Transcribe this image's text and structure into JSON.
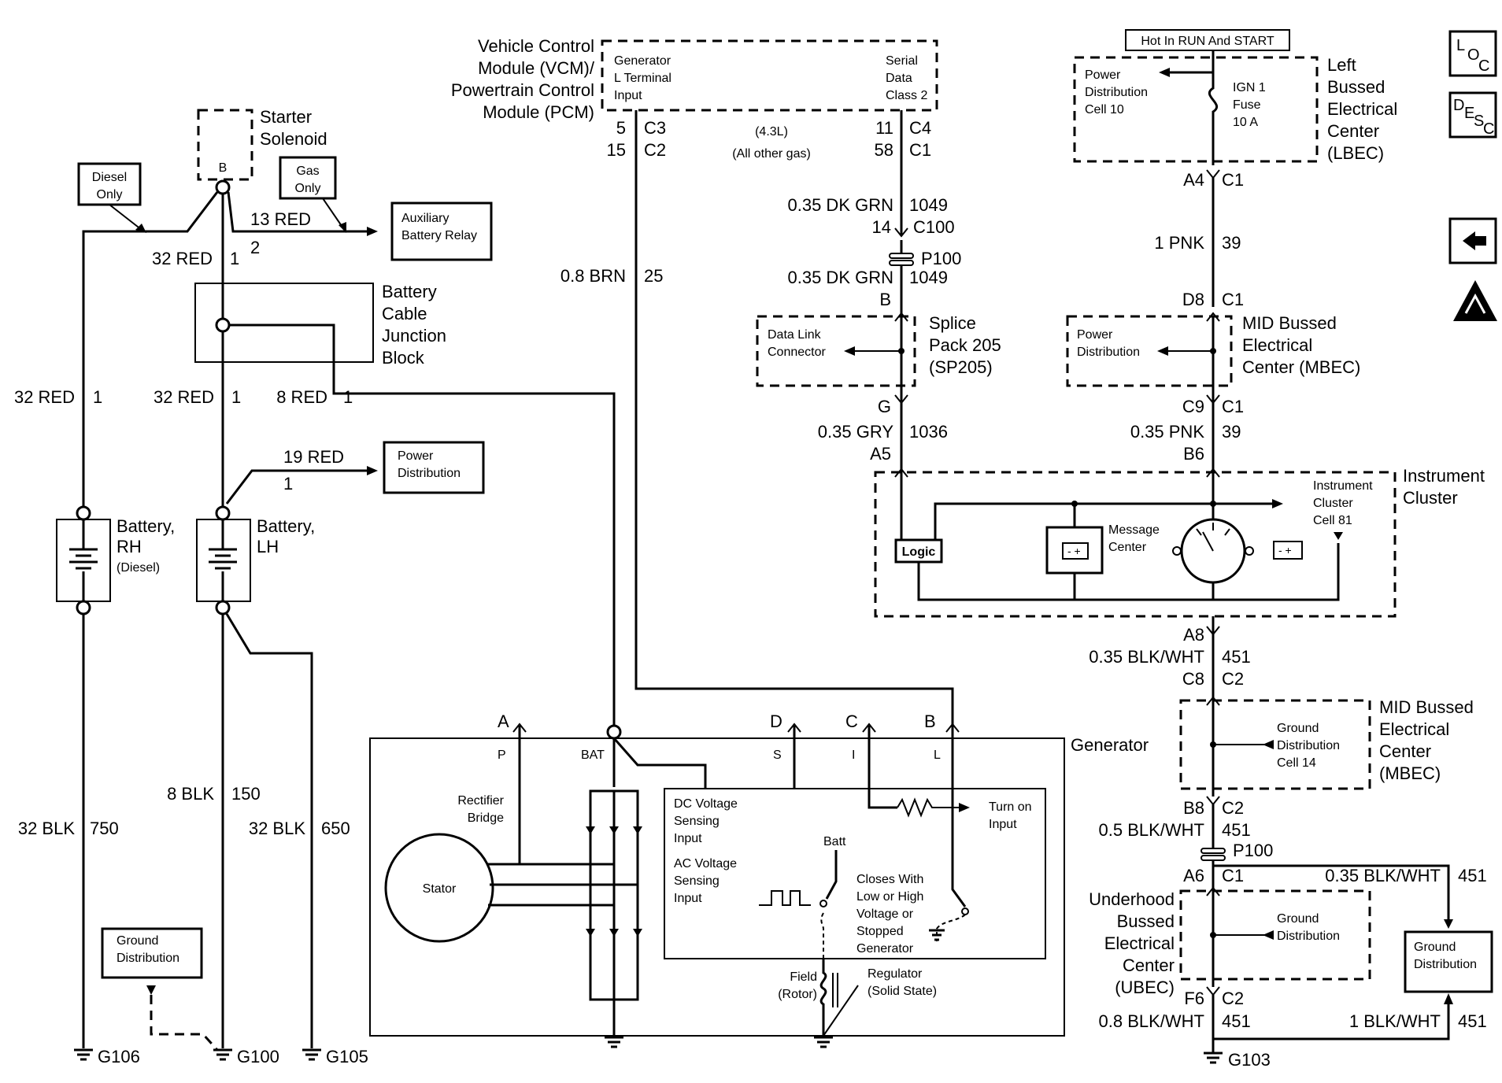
{
  "modules": {
    "pcm": [
      "Vehicle Control",
      "Module (VCM)/",
      "Powertrain Control",
      "Module (PCM)"
    ],
    "pcm_gen_input": [
      "Generator",
      "L Terminal",
      "Input"
    ],
    "pcm_serial": [
      "Serial",
      "Data",
      "Class 2"
    ],
    "hot_in_run": "Hot In RUN And START",
    "lbec_cell": [
      "Power",
      "Distribution",
      "Cell 10"
    ],
    "ign_fuse": [
      "IGN 1",
      "Fuse",
      "10 A"
    ],
    "lbec": [
      "Left",
      "Bussed",
      "Electrical",
      "Center",
      "(LBEC)"
    ],
    "starter": [
      "Starter",
      "Solenoid"
    ],
    "diesel_only": [
      "Diesel",
      "Only"
    ],
    "gas_only": [
      "Gas",
      "Only"
    ],
    "aux_relay": [
      "Auxiliary",
      "Battery Relay"
    ],
    "junction": [
      "Battery",
      "Cable",
      "Junction",
      "Block"
    ],
    "power_dist": [
      "Power",
      "Distribution"
    ],
    "battery_rh": [
      "Battery,",
      "RH"
    ],
    "battery_rh_note": "(Diesel)",
    "battery_lh": [
      "Battery,",
      "LH"
    ],
    "dlc": [
      "Data Link",
      "Connector"
    ],
    "splice": [
      "Splice",
      "Pack 205",
      "(SP205)"
    ],
    "mbec_top_cell": [
      "Power",
      "Distribution"
    ],
    "mbec_top": [
      "MID Bussed",
      "Electrical",
      "Center (MBEC)"
    ],
    "cluster": [
      "Instrument",
      "Cluster"
    ],
    "cluster_cell": [
      "Instrument",
      "Cluster",
      "Cell 81"
    ],
    "logic": "Logic",
    "message_center": [
      "Message",
      "Center"
    ],
    "mbec_bottom_cell": [
      "Ground",
      "Distribution",
      "Cell 14"
    ],
    "mbec_bottom": [
      "MID Bussed",
      "Electrical",
      "Center",
      "(MBEC)"
    ],
    "ubec": [
      "Underhood",
      "Bussed",
      "Electrical",
      "Center",
      "(UBEC)"
    ],
    "ubec_cell": [
      "Ground",
      "Distribution"
    ],
    "ground_dist_right": [
      "Ground",
      "Distribution"
    ],
    "ground_dist_left": [
      "Ground",
      "Distribution"
    ],
    "generator": "Generator",
    "rectifier": [
      "Rectifier",
      "Bridge"
    ],
    "stator": "Stator",
    "dc_sense": [
      "DC Voltage",
      "Sensing",
      "Input"
    ],
    "ac_sense": [
      "AC Voltage",
      "Sensing",
      "Input"
    ],
    "turn_on": [
      "Turn on",
      "Input"
    ],
    "batt": "Batt",
    "closes": [
      "Closes With",
      "Low or High",
      "Voltage or",
      "Stopped",
      "Generator"
    ],
    "field": [
      "Field",
      "(Rotor)"
    ],
    "regulator": [
      "Regulator",
      "(Solid State)"
    ],
    "gen_terminals": [
      "P",
      "BAT",
      "S",
      "I",
      "L"
    ],
    "gen_connectors": [
      "A",
      "D",
      "C",
      "B"
    ]
  },
  "wires": {
    "diesel_32red": [
      "32 RED",
      "1"
    ],
    "starter_32red": [
      "32 RED",
      "1"
    ],
    "aux_13red": [
      "13 RED",
      "2"
    ],
    "jb_32red": [
      "32 RED",
      "1"
    ],
    "jb_8red": [
      "8 RED",
      "1"
    ],
    "pd_19red": [
      "19 RED",
      "1"
    ],
    "blk_750": [
      "32 BLK",
      "750"
    ],
    "blk_150": [
      "8 BLK",
      "150"
    ],
    "blk_650": [
      "32 BLK",
      "650"
    ],
    "brn_25": [
      "0.8 BRN",
      "25"
    ],
    "pcm_c3": [
      "5",
      "C3",
      "15",
      "C2"
    ],
    "pcm_c4": [
      "11",
      "C4",
      "58",
      "C1"
    ],
    "pcm_note": [
      "(4.3L)",
      "(All other gas)"
    ],
    "dkgrn_1": [
      "0.35 DK GRN",
      "1049"
    ],
    "c100": [
      "14",
      "C100"
    ],
    "p100_top": "P100",
    "dkgrn_2": [
      "0.35 DK GRN",
      "1049"
    ],
    "sp_b": "B",
    "sp_g": "G",
    "gry_1036": [
      "0.35 GRY",
      "1036"
    ],
    "a5": "A5",
    "a4": [
      "A4",
      "C1"
    ],
    "pnk_1": [
      "1 PNK",
      "39"
    ],
    "d8": [
      "D8",
      "C1"
    ],
    "c9": [
      "C9",
      "C1"
    ],
    "pnk_2": [
      "0.35 PNK",
      "39"
    ],
    "b6": "B6",
    "a8": "A8",
    "blkwht_1": [
      "0.35 BLK/WHT",
      "451"
    ],
    "c8": [
      "C8",
      "C2"
    ],
    "b8": [
      "B8",
      "C2"
    ],
    "blkwht_2": [
      "0.5 BLK/WHT",
      "451"
    ],
    "p100_bottom": "P100",
    "a6": [
      "A6",
      "C1"
    ],
    "blkwht_3": [
      "0.35 BLK/WHT",
      "451"
    ],
    "f6": [
      "F6",
      "C2"
    ],
    "blkwht_4": [
      "0.8 BLK/WHT",
      "451"
    ],
    "blkwht_5": [
      "1 BLK/WHT",
      "451"
    ]
  },
  "grounds": [
    "G106",
    "G100",
    "G105",
    "G103"
  ],
  "side_icons": [
    "L",
    "O",
    "C",
    "D",
    "E",
    "S",
    "C"
  ]
}
